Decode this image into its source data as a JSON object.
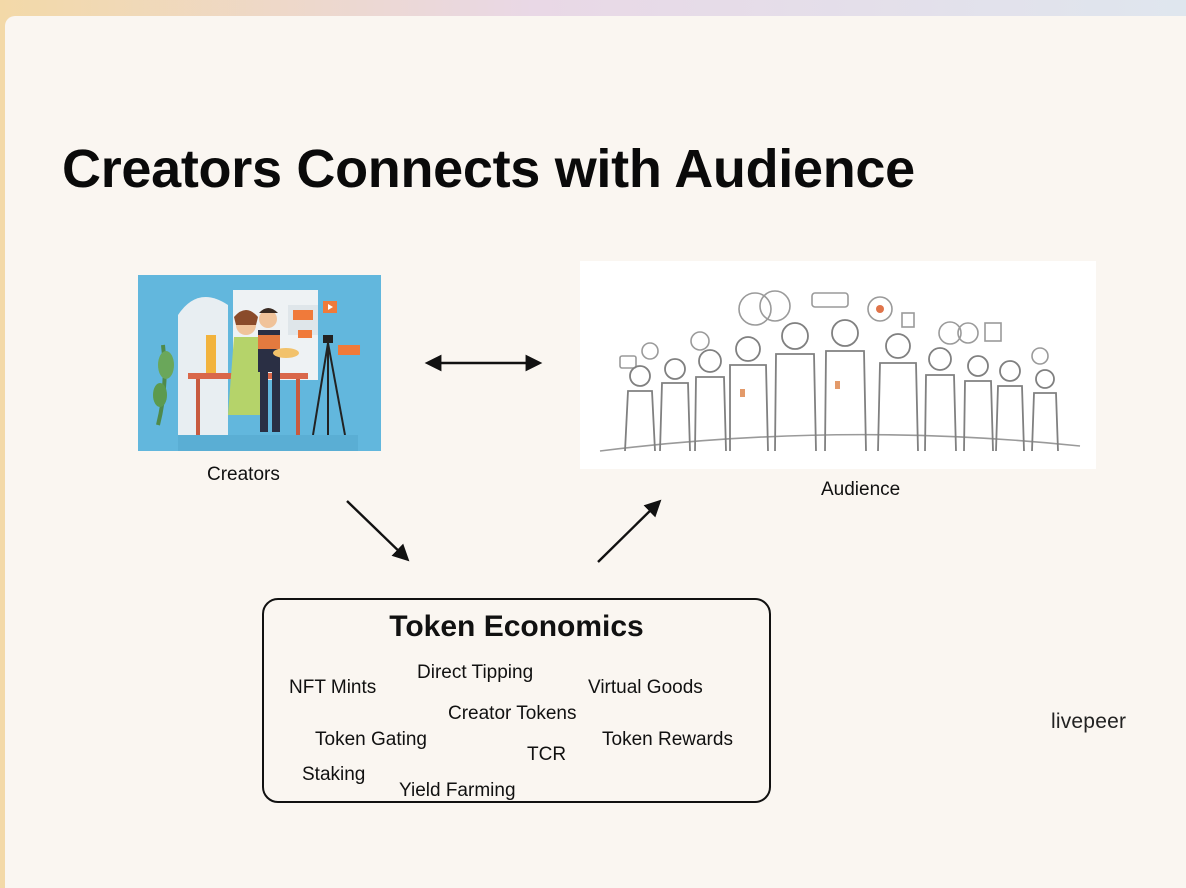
{
  "slide": {
    "title": "Creators Connects with Audience"
  },
  "creators": {
    "caption": "Creators",
    "image_icon": "creators-cooking-video-illustration"
  },
  "audience": {
    "caption": "Audience",
    "image_icon": "audience-crowd-sketch-illustration"
  },
  "token_economics": {
    "title": "Token Economics",
    "terms": [
      "NFT Mints",
      "Direct Tipping",
      "Virtual Goods",
      "Creator Tokens",
      "Token Gating",
      "TCR",
      "Token Rewards",
      "Staking",
      "Yield Farming"
    ]
  },
  "logo": {
    "text": "livepeer"
  }
}
